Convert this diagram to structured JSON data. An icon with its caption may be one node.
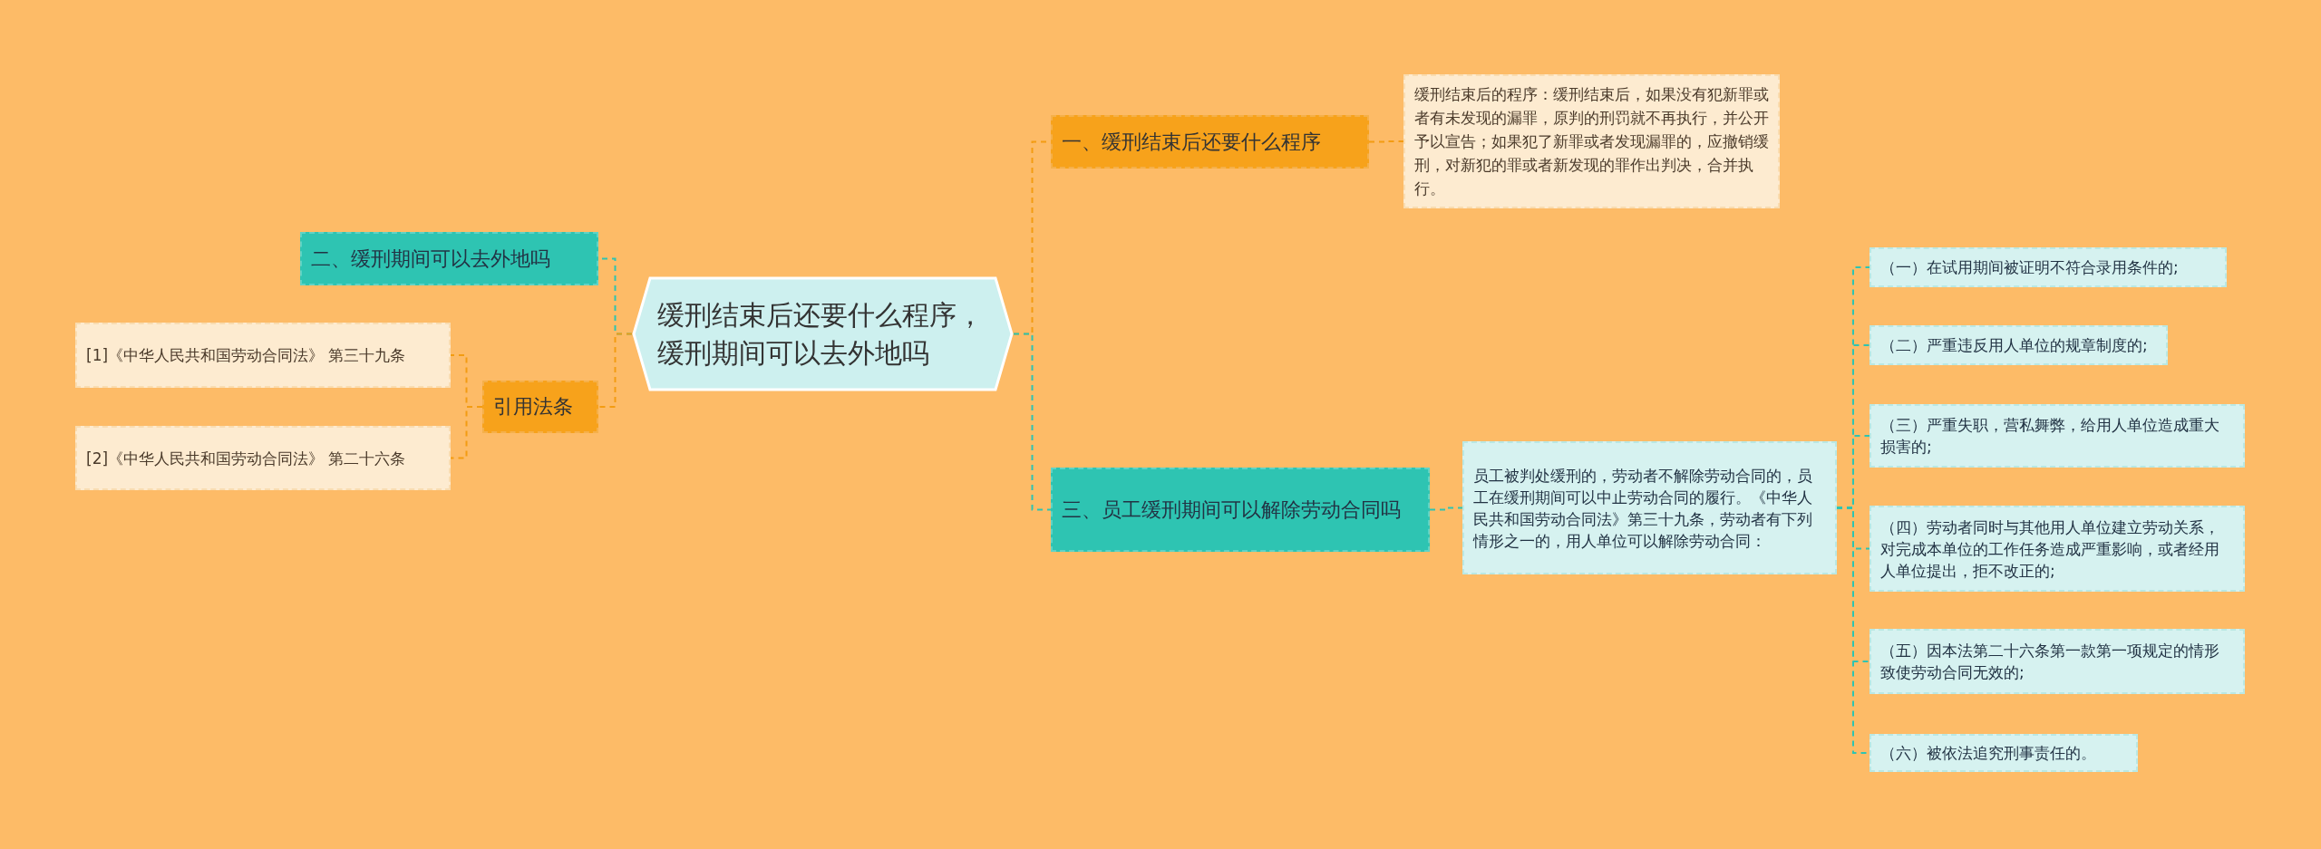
{
  "diagram": {
    "nodes": [
      {
        "text": [
          "缓刑结束后还要什么程序，缓刑期间可以去外地吗"
        ]
      },
      {
        "text": [
          "一、缓刑结束后还要什么程序"
        ]
      },
      {
        "text": [
          "缓刑结束后的程序：缓刑结束后，如果没有犯新罪或者有未发现的漏罪，原判的刑罚就不再执行，并公开予以宣告；如果犯了新罪或者发现漏罪的，应撤销缓刑，对新犯的罪或者新发现的罪作出判决，合并执行。"
        ]
      },
      {
        "text": [
          "二、缓刑期间可以去外地吗"
        ]
      },
      {
        "text": [
          "引用法条"
        ]
      },
      {
        "text": [
          "[1]《中华人民共和国劳动合同法》 第三十九条"
        ]
      },
      {
        "text": [
          "[2]《中华人民共和国劳动合同法》 第二十六条"
        ]
      },
      {
        "text": [
          "三、员工缓刑期间可以解除劳动合同吗"
        ]
      },
      {
        "text": [
          "员工被判处缓刑的，劳动者不解除劳动合同的，员工在缓刑期间可以中止劳动合同的履行。《中华人民共和国劳动合同法》第三十九条，劳动者有下列情形之一的，用人单位可以解除劳动合同："
        ]
      },
      {
        "text": [
          "（一）在试用期间被证明不符合录用条件的;"
        ]
      },
      {
        "text": [
          "（二）严重违反用人单位的规章制度的;"
        ]
      },
      {
        "text": [
          "（三）严重失职，营私舞弊，给用人单位造成重大损害的;"
        ]
      },
      {
        "text": [
          "（四）劳动者同时与其他用人单位建立劳动关系，对完成本单位的工作任务造成严重影响，或者经用人单位提出，拒不改正的;"
        ]
      },
      {
        "text": [
          "（五）因本法第二十六条第一款第一项规定的情形致使劳动合同无效的;"
        ]
      },
      {
        "text": [
          "（六）被依法追究刑事责任的。"
        ]
      }
    ],
    "edges": [
      {
        "from": 0,
        "to": 1,
        "arrow": "none",
        "color": "#f39c12"
      },
      {
        "from": 1,
        "to": 2,
        "arrow": "none",
        "color": "#f39c12"
      },
      {
        "from": 0,
        "to": 3,
        "arrow": "none"
      },
      {
        "from": 0,
        "to": 4,
        "arrow": "none",
        "color": "#f39c12"
      },
      {
        "from": 4,
        "to": 5,
        "arrow": "none",
        "color": "#f39c12"
      },
      {
        "from": 4,
        "to": 6,
        "arrow": "none",
        "color": "#f39c12"
      },
      {
        "from": 0,
        "to": 7,
        "arrow": "none"
      },
      {
        "from": 7,
        "to": 8,
        "arrow": "none"
      },
      {
        "from": 8,
        "to": 9,
        "arrow": "none"
      },
      {
        "from": 8,
        "to": 10,
        "arrow": "none"
      },
      {
        "from": 8,
        "to": 11,
        "arrow": "none"
      },
      {
        "from": 8,
        "to": 12,
        "arrow": "none"
      },
      {
        "from": 8,
        "to": 13,
        "arrow": "none"
      },
      {
        "from": 8,
        "to": 14,
        "arrow": "none"
      }
    ]
  }
}
